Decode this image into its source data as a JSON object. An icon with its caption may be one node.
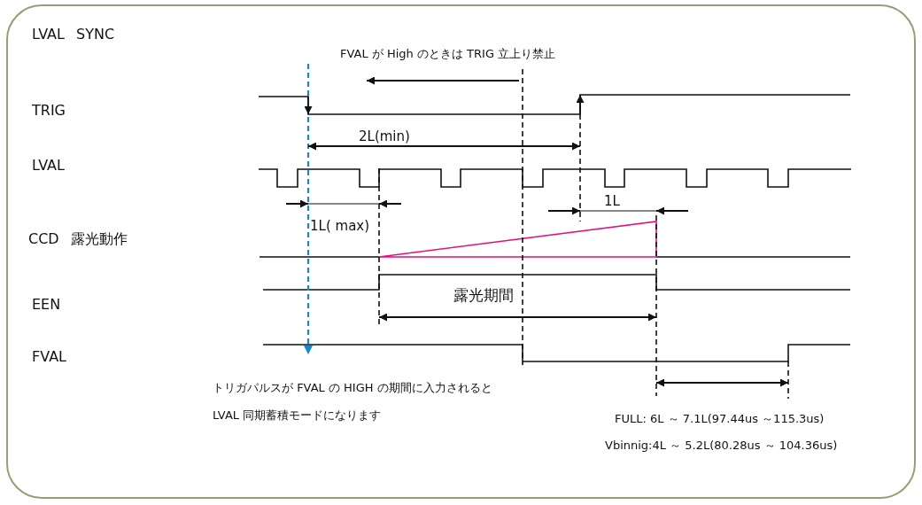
{
  "diagram": {
    "title": "LVAL SYNC",
    "labels": [
      "FVAL が High のときは TRIG 立上り禁止",
      "TRIG",
      "2L(min)",
      "LVAL",
      "1L( max)",
      "1L",
      "CCD 露光動作",
      "EEN",
      "露光期間",
      "FVAL",
      "トリガパルスが FVAL の HIGH の期間に入力されると",
      "LVAL 同期蓄積モードになります",
      "FULL: 6L ～ 7.1L(97.44us ～115.3us)",
      "Vbinnig:4L ～ 5.2L(80.28us ～ 104.36us)"
    ]
  }
}
